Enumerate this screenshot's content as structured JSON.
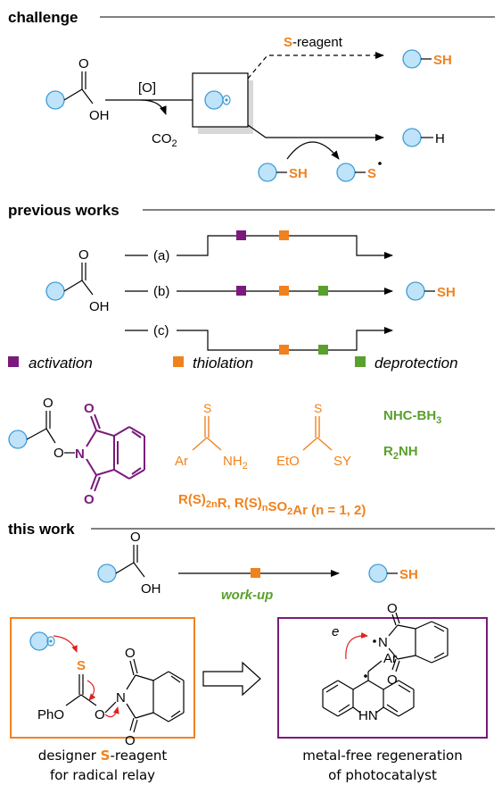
{
  "headers": {
    "challenge": "challenge",
    "previous": "previous works",
    "this_work": "this work"
  },
  "challenge": {
    "oxidant": "[O]",
    "co2": "CO",
    "co2_sub": "2",
    "s_reagent_s": "S",
    "s_reagent_rest": "-reagent",
    "sh": "SH",
    "h": "H",
    "s_radical": "S",
    "carboxyl_o": "O",
    "carboxyl_oh": "OH"
  },
  "previous": {
    "route_a": "(a)",
    "route_b": "(b)",
    "route_c": "(c)",
    "sh": "SH",
    "carboxyl_o": "O",
    "carboxyl_oh": "OH"
  },
  "legend": {
    "activation": "activation",
    "thiolation": "thiolation",
    "deprotection": "deprotection"
  },
  "reagents": {
    "nhpi_o_top": "O",
    "nhpi_o_link": "O",
    "nhpi_n": "N",
    "nhpi_o_upper": "O",
    "nhpi_o_lower": "O",
    "thioamide_s": "S",
    "thioamide_ar": "Ar",
    "thioamide_nh": "NH",
    "thioamide_sub": "2",
    "xanthate_s": "S",
    "xanthate_eto": "EtO",
    "xanthate_sy": "SY",
    "nhc": "NHC-BH",
    "nhc_sub": "3",
    "amine_r": "R",
    "amine_sub": "2",
    "amine_nh": "NH",
    "polysulfide": "R(S)2nR, R(S)nSO2Ar (n = 1, 2)"
  },
  "this_work": {
    "workup": "work-up",
    "sh": "SH",
    "carboxyl_o": "O",
    "carboxyl_oh": "OH"
  },
  "left_box": {
    "s": "S",
    "pho": "PhO",
    "o_link": "O",
    "n": "N",
    "o_top": "O",
    "o_bottom": "O",
    "caption_pre": "designer ",
    "caption_s": "S",
    "caption_post": "-reagent",
    "caption_line2": "for radical relay"
  },
  "right_box": {
    "e": "e",
    "n": "N",
    "o_top": "O",
    "o_bottom": "O",
    "ar": "Ar",
    "hn": "HN",
    "caption_line1": "metal-free regeneration",
    "caption_line2": "of photocatalyst"
  },
  "colors": {
    "orange": "#f0821e",
    "purple": "#7a1a7c",
    "green": "#5aa02c",
    "blue_fill": "#bfe3f8",
    "blue_stroke": "#3e9bd6"
  }
}
